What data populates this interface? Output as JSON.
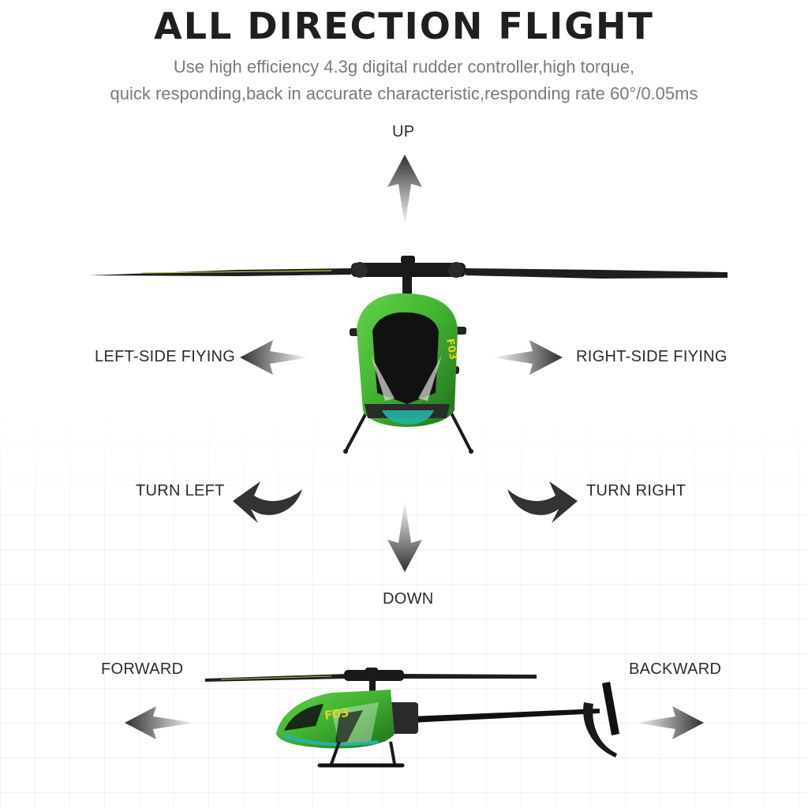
{
  "header": {
    "title": "ALL DIRECTION FLIGHT",
    "subtitle_line1": "Use high efficiency 4.3g digital rudder controller,high torque,",
    "subtitle_line2": "quick responding,back in accurate characteristic,responding rate 60°/0.05ms"
  },
  "directions": {
    "up": "UP",
    "left_side": "LEFT-SIDE FIYING",
    "right_side": "RIGHT-SIDE FIYING",
    "turn_left": "TURN LEFT",
    "turn_right": "TURN RIGHT",
    "down": "DOWN",
    "forward": "FORWARD",
    "backward": "BACKWARD"
  },
  "product": {
    "model_badge": "F03"
  },
  "colors": {
    "heli_green": "#3fb12f",
    "heli_dark_green": "#1f6e1a",
    "arrow_dark": "#3a3a3a",
    "title": "#1f1f1f",
    "subtitle": "#7a7a7a",
    "accent_yellow": "#e6d21d"
  },
  "icons": {
    "up": "arrow-up-icon",
    "down": "arrow-down-icon",
    "left": "arrow-left-icon",
    "right": "arrow-right-icon",
    "turn_left": "curved-arrow-left-icon",
    "turn_right": "curved-arrow-right-icon"
  }
}
